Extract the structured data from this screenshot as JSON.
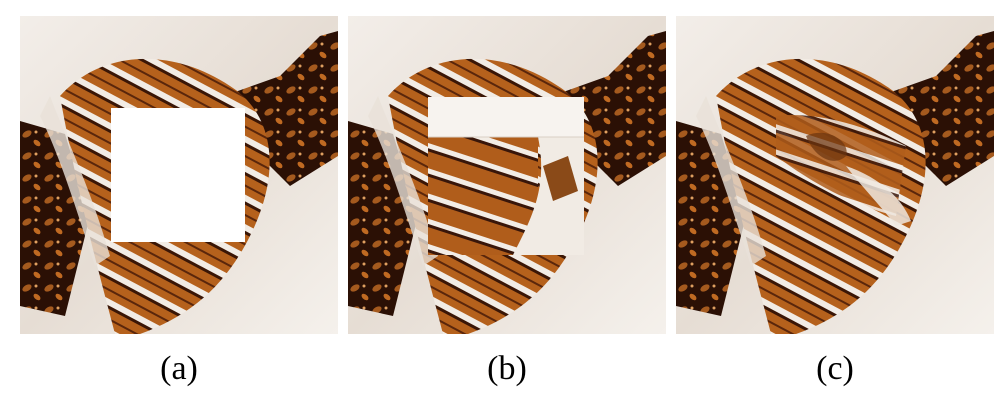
{
  "figure": {
    "panels": [
      {
        "id": "a",
        "label": "(a)",
        "content": "masked-input"
      },
      {
        "id": "b",
        "label": "(b)",
        "content": "patch-based-fill"
      },
      {
        "id": "c",
        "label": "(c)",
        "content": "inpainted-result"
      }
    ]
  },
  "colors": {
    "background": "#ffffff",
    "cloth_light": "#efe8e1",
    "tie_orange": "#b5611c",
    "tie_dark": "#2a0f05",
    "stripe_white": "#f4efe9"
  }
}
